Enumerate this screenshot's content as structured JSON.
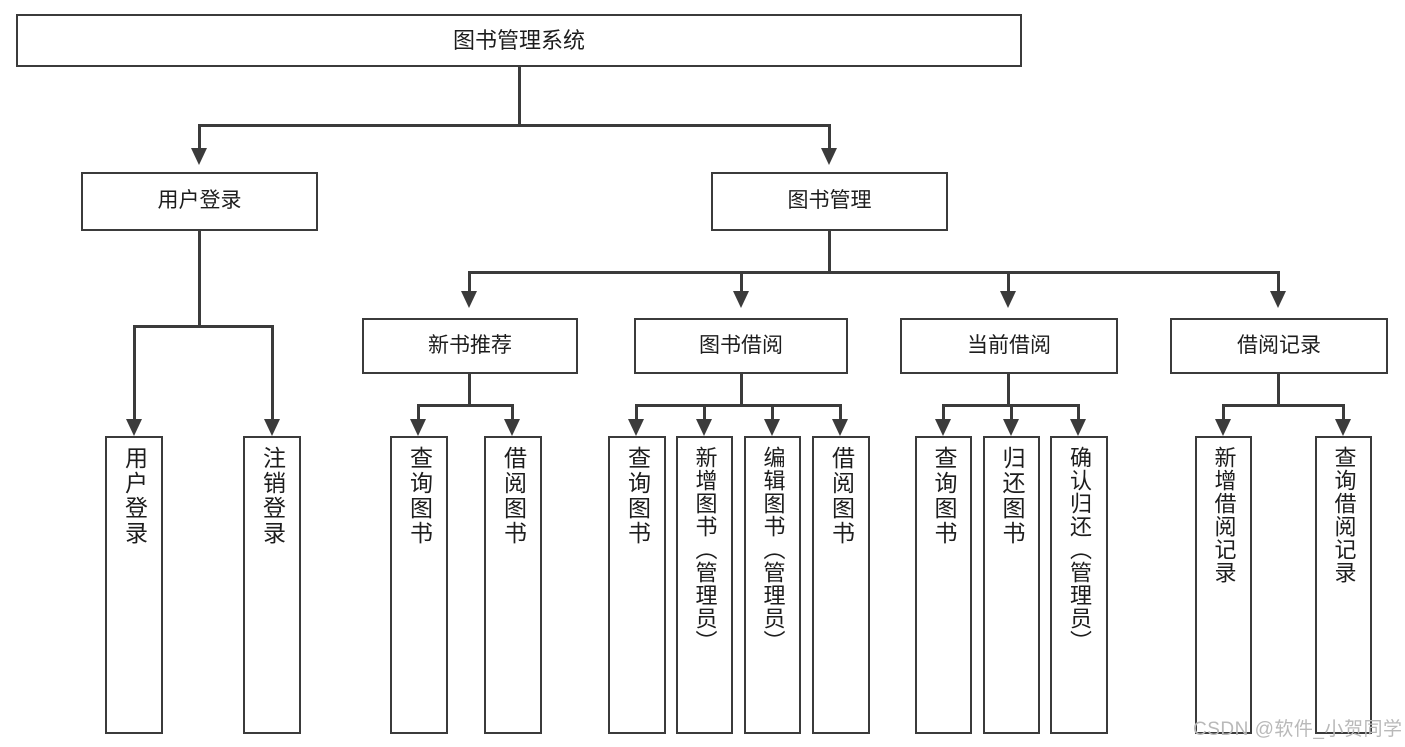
{
  "diagram": {
    "type": "tree-hierarchy",
    "title": "图书管理系统",
    "root": {
      "label": "图书管理系统"
    },
    "level2": [
      {
        "label": "用户登录"
      },
      {
        "label": "图书管理"
      }
    ],
    "level3": [
      {
        "label": "新书推荐"
      },
      {
        "label": "图书借阅"
      },
      {
        "label": "当前借阅"
      },
      {
        "label": "借阅记录"
      }
    ],
    "leaves": {
      "user_login": [
        {
          "label": "用户登录"
        },
        {
          "label": "注销登录"
        }
      ],
      "new_book_recommend": [
        {
          "label": "查询图书"
        },
        {
          "label": "借阅图书"
        }
      ],
      "book_borrow": [
        {
          "label": "查询图书"
        },
        {
          "label": "新增图书（管理员）"
        },
        {
          "label": "编辑图书（管理员）"
        },
        {
          "label": "借阅图书"
        }
      ],
      "current_borrow": [
        {
          "label": "查询图书"
        },
        {
          "label": "归还图书"
        },
        {
          "label": "确认归还（管理员）"
        }
      ],
      "borrow_record": [
        {
          "label": "新增借阅记录"
        },
        {
          "label": "查询借阅记录"
        }
      ]
    }
  },
  "watermark": {
    "text": "CSDN @软件_小贺同学"
  },
  "colors": {
    "stroke": "#3b3b3b",
    "background": "#ffffff",
    "text": "#1d1d1d",
    "watermark": "#b9b9b9"
  }
}
